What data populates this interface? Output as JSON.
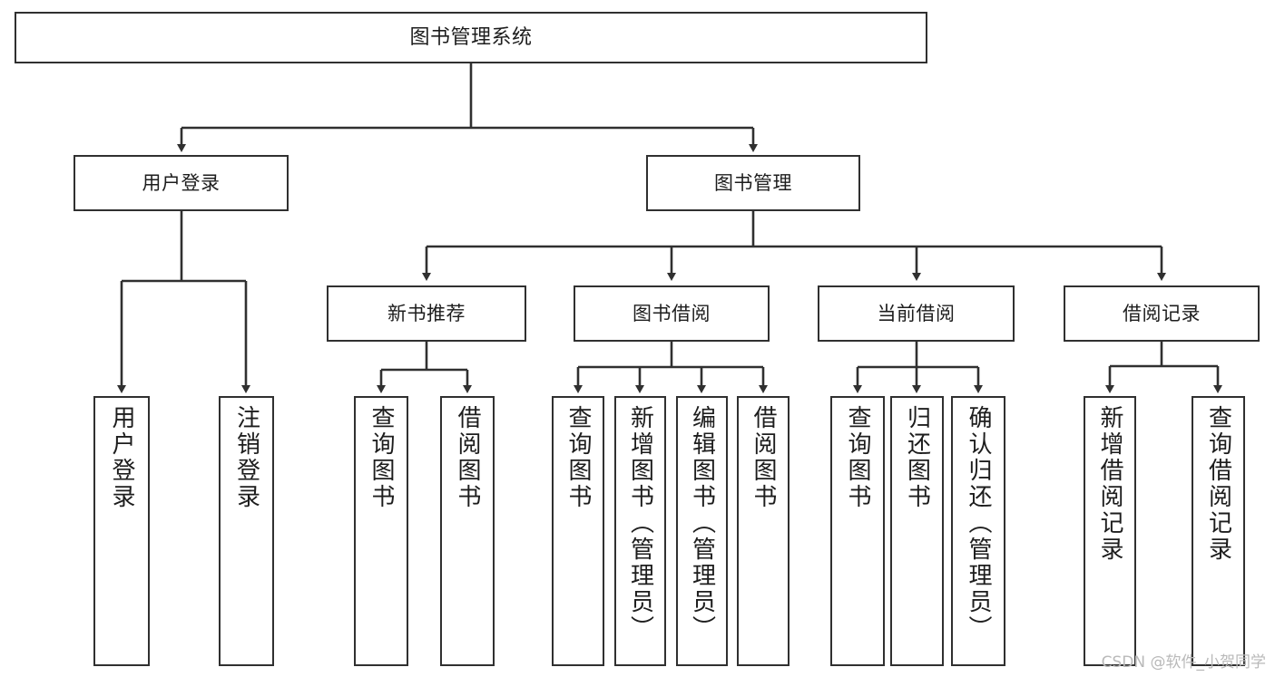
{
  "diagram": {
    "type": "tree-hierarchy",
    "title": "图书管理系统",
    "root": {
      "id": "root",
      "label": "图书管理系统"
    },
    "level2": [
      {
        "id": "user-login",
        "label": "用户登录"
      },
      {
        "id": "book-manage",
        "label": "图书管理"
      }
    ],
    "level3": [
      {
        "id": "new-book-recommend",
        "label": "新书推荐",
        "parent": "book-manage"
      },
      {
        "id": "book-borrow",
        "label": "图书借阅",
        "parent": "book-manage"
      },
      {
        "id": "current-borrow",
        "label": "当前借阅",
        "parent": "book-manage"
      },
      {
        "id": "borrow-record",
        "label": "借阅记录",
        "parent": "book-manage"
      }
    ],
    "leaves": {
      "user-login": [
        {
          "id": "leaf-user-login",
          "label": "用户登录"
        },
        {
          "id": "leaf-logout",
          "label": "注销登录"
        }
      ],
      "new-book-recommend": [
        {
          "id": "leaf-query-book-1",
          "label": "查询图书"
        },
        {
          "id": "leaf-borrow-book-1",
          "label": "借阅图书"
        }
      ],
      "book-borrow": [
        {
          "id": "leaf-query-book-2",
          "label": "查询图书"
        },
        {
          "id": "leaf-add-book",
          "label": "新增图书（管理员）"
        },
        {
          "id": "leaf-edit-book",
          "label": "编辑图书（管理员）"
        },
        {
          "id": "leaf-borrow-book-2",
          "label": "借阅图书"
        }
      ],
      "current-borrow": [
        {
          "id": "leaf-query-book-3",
          "label": "查询图书"
        },
        {
          "id": "leaf-return-book",
          "label": "归还图书"
        },
        {
          "id": "leaf-confirm-return",
          "label": "确认归还（管理员）"
        }
      ],
      "borrow-record": [
        {
          "id": "leaf-add-record",
          "label": "新增借阅记录"
        },
        {
          "id": "leaf-query-record",
          "label": "查询借阅记录"
        }
      ]
    },
    "colors": {
      "stroke": "#303030",
      "fill": "#ffffff",
      "text": "#1d1d1d",
      "watermark": "#b9b9b9"
    }
  },
  "watermark": {
    "text": "CSDN @软件_小贺同学"
  }
}
